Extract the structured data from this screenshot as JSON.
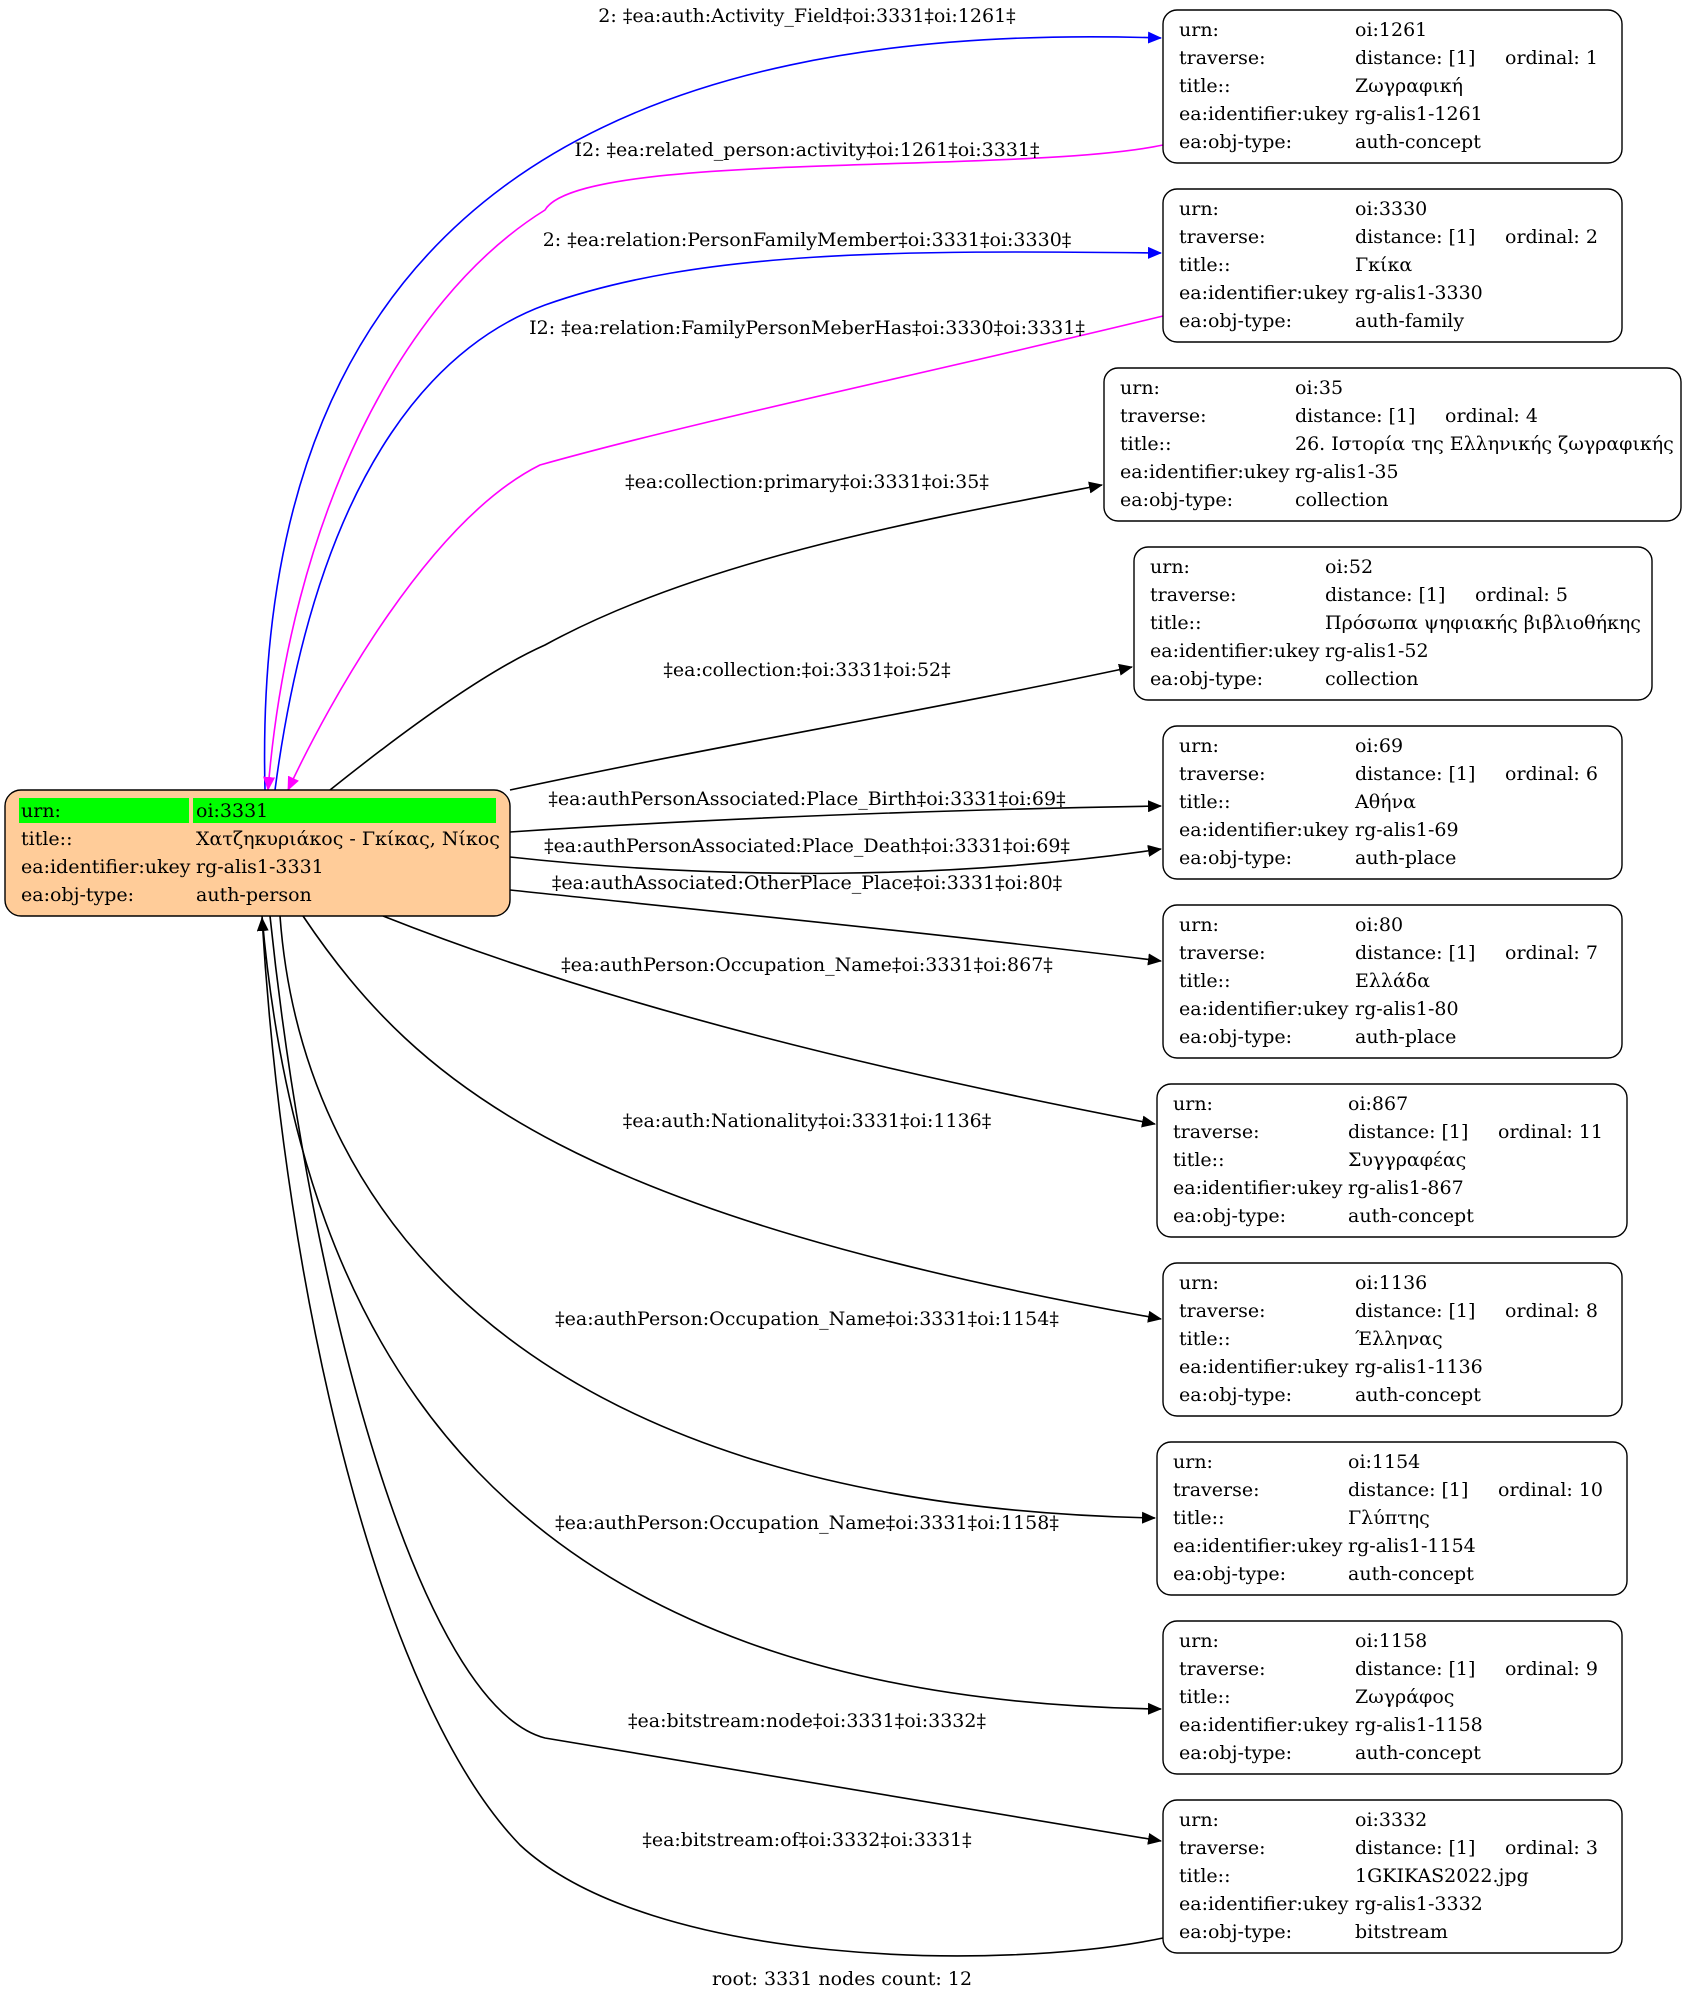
{
  "caption": "root: 3331 nodes count: 12",
  "colors": {
    "root_fill": "#ffcc99",
    "root_header": "#00ff00",
    "forward_edge": "#0000ff",
    "inverse_edge": "#ff00ff",
    "default_edge": "#000000"
  },
  "root": {
    "rows": [
      {
        "key": "urn:",
        "value": "oi:3331"
      },
      {
        "key": "title::",
        "value": "Χατζηκυριάκος - Γκίκας, Νίκος"
      },
      {
        "key": "ea:identifier:ukey",
        "value": "rg-alis1-3331"
      },
      {
        "key": "ea:obj-type:",
        "value": "auth-person"
      }
    ]
  },
  "nodes": [
    {
      "urn": "oi:1261",
      "distance": "distance: [1]",
      "ordinal": "ordinal: 1",
      "title": "Ζωγραφική",
      "ukey": "rg-alis1-1261",
      "type": "auth-concept"
    },
    {
      "urn": "oi:3330",
      "distance": "distance: [1]",
      "ordinal": "ordinal: 2",
      "title": "Γκίκα",
      "ukey": "rg-alis1-3330",
      "type": "auth-family"
    },
    {
      "urn": "oi:35",
      "distance": "distance: [1]",
      "ordinal": "ordinal: 4",
      "title": "26. Ιστορία της Ελληνικής ζωγραφικής",
      "ukey": "rg-alis1-35",
      "type": "collection"
    },
    {
      "urn": "oi:52",
      "distance": "distance: [1]",
      "ordinal": "ordinal: 5",
      "title": "Πρόσωπα ψηφιακής βιβλιοθήκης",
      "ukey": "rg-alis1-52",
      "type": "collection"
    },
    {
      "urn": "oi:69",
      "distance": "distance: [1]",
      "ordinal": "ordinal: 6",
      "title": "Αθήνα",
      "ukey": "rg-alis1-69",
      "type": "auth-place"
    },
    {
      "urn": "oi:80",
      "distance": "distance: [1]",
      "ordinal": "ordinal: 7",
      "title": "Ελλάδα",
      "ukey": "rg-alis1-80",
      "type": "auth-place"
    },
    {
      "urn": "oi:867",
      "distance": "distance: [1]",
      "ordinal": "ordinal: 11",
      "title": "Συγγραφέας",
      "ukey": "rg-alis1-867",
      "type": "auth-concept"
    },
    {
      "urn": "oi:1136",
      "distance": "distance: [1]",
      "ordinal": "ordinal: 8",
      "title": "Έλληνας",
      "ukey": "rg-alis1-1136",
      "type": "auth-concept"
    },
    {
      "urn": "oi:1154",
      "distance": "distance: [1]",
      "ordinal": "ordinal: 10",
      "title": "Γλύπτης",
      "ukey": "rg-alis1-1154",
      "type": "auth-concept"
    },
    {
      "urn": "oi:1158",
      "distance": "distance: [1]",
      "ordinal": "ordinal: 9",
      "title": "Ζωγράφος",
      "ukey": "rg-alis1-1158",
      "type": "auth-concept"
    },
    {
      "urn": "oi:3332",
      "distance": "distance: [1]",
      "ordinal": "ordinal: 3",
      "title": "1GKIKAS2022.jpg",
      "ukey": "rg-alis1-3332",
      "type": "bitstream"
    }
  ],
  "row_keys": {
    "urn": "urn:",
    "traverse": "traverse:",
    "title": "title::",
    "ukey": "ea:identifier:ukey",
    "type": "ea:obj-type:"
  },
  "edges": [
    {
      "label": "2: ‡ea:auth:Activity_Field‡oi:3331‡oi:1261‡",
      "kind": "forward"
    },
    {
      "label": "I2: ‡ea:related_person:activity‡oi:1261‡oi:3331‡",
      "kind": "inverse"
    },
    {
      "label": "2: ‡ea:relation:PersonFamilyMember‡oi:3331‡oi:3330‡",
      "kind": "forward"
    },
    {
      "label": "I2: ‡ea:relation:FamilyPersonMeberHas‡oi:3330‡oi:3331‡",
      "kind": "inverse"
    },
    {
      "label": "‡ea:collection:primary‡oi:3331‡oi:35‡",
      "kind": "default"
    },
    {
      "label": "‡ea:collection:‡oi:3331‡oi:52‡",
      "kind": "default"
    },
    {
      "label": "‡ea:authPersonAssociated:Place_Birth‡oi:3331‡oi:69‡",
      "kind": "default"
    },
    {
      "label": "‡ea:authPersonAssociated:Place_Death‡oi:3331‡oi:69‡",
      "kind": "default"
    },
    {
      "label": "‡ea:authAssociated:OtherPlace_Place‡oi:3331‡oi:80‡",
      "kind": "default"
    },
    {
      "label": "‡ea:authPerson:Occupation_Name‡oi:3331‡oi:867‡",
      "kind": "default"
    },
    {
      "label": "‡ea:auth:Nationality‡oi:3331‡oi:1136‡",
      "kind": "default"
    },
    {
      "label": "‡ea:authPerson:Occupation_Name‡oi:3331‡oi:1154‡",
      "kind": "default"
    },
    {
      "label": "‡ea:authPerson:Occupation_Name‡oi:3331‡oi:1158‡",
      "kind": "default"
    },
    {
      "label": "‡ea:bitstream:node‡oi:3331‡oi:3332‡",
      "kind": "default"
    },
    {
      "label": "‡ea:bitstream:of‡oi:3332‡oi:3331‡",
      "kind": "default"
    }
  ]
}
